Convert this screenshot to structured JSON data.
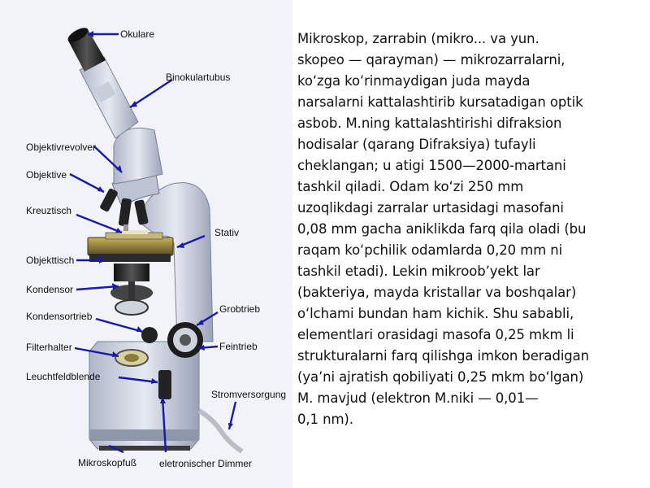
{
  "diagram": {
    "labels": {
      "okulare": "Okulare",
      "binokulartubus": "Binokulartubus",
      "objektivrevolver": "Objektivrevolver",
      "objektive": "Objektive",
      "kreuztisch": "Kreuztisch",
      "stativ": "Stativ",
      "objekttisch": "Objekttisch",
      "kondensor": "Kondensor",
      "kondensortrieb": "Kondensortrieb",
      "grobtrieb": "Grobtrieb",
      "filterhalter": "Filterhalter",
      "feintrieb": "Feintrieb",
      "leuchtfeldblende": "Leuchtfeldblende",
      "stromversorgung": "Stromversorgung",
      "mikroskopfuss": "Mikroskopfuß",
      "dimmer": "eletronischer Dimmer"
    },
    "colors": {
      "leader": "#1a1aa8",
      "body": "#c9d0df",
      "dark": "#2a2a2a",
      "stage": "#8a7a3a"
    }
  },
  "article": {
    "lines": [
      "Mikroskop, zarrabin (mikro... va yun.",
      "skopeo — qarayman) — mikrozarralarni,",
      "koʻzga koʻrinmaydigan juda mayda",
      "narsalarni kattalashtirib kursatadigan optik",
      "asbob. M.ning kattalashtirishi difraksion",
      "hodisalar (qarang Difraksiya) tufayli",
      "cheklangan; u atigi 1500—2000-martani",
      "tashkil qiladi. Odam koʻzi 250 mm",
      "uzoqlikdagi zarralar urtasidagi masofani",
      "0,08 mm gacha aniklikda farq qila oladi (bu",
      "raqam koʻpchilik odamlarda 0,20 mm ni",
      "tashkil etadi). Lekin mikroobʼyekt lar",
      "(bakteriya, mayda kristallar va boshqalar)",
      "oʻlchami bundan ham kichik. Shu sababli,",
      "elementlari orasidagi masofa 0,25 mkm li",
      "strukturalarni farq qilishga imkon beradigan",
      "(yaʼni ajratish qobiliyati 0,25 mkm boʻlgan)",
      "M. mavjud (elektron M.niki — 0,01—",
      "0,1 nm)."
    ]
  }
}
